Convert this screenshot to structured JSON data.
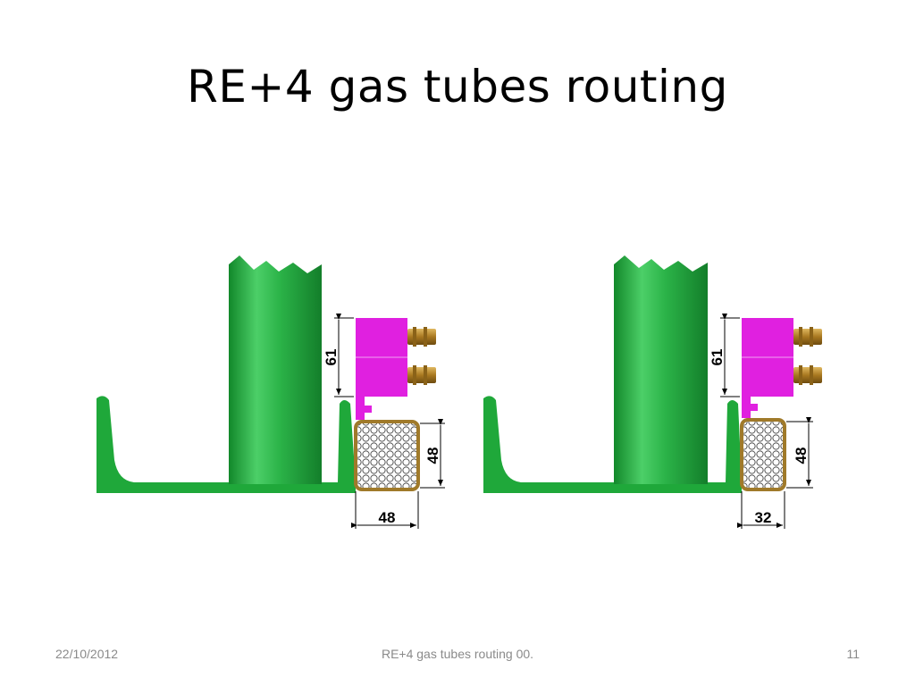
{
  "slide": {
    "title": "RE+4 gas tubes routing"
  },
  "diagrams": [
    {
      "name": "left",
      "height_dimension": "61",
      "box_height_dimension": "48",
      "box_width_dimension": "48"
    },
    {
      "name": "right",
      "height_dimension": "61",
      "box_height_dimension": "48",
      "box_width_dimension": "32"
    }
  ],
  "colors": {
    "green": "#1fa83a",
    "green_light": "#4ccf68",
    "magenta": "#e020e0",
    "brass": "#b8862a",
    "box_border": "#a07a2a"
  },
  "footer": {
    "date": "22/10/2012",
    "center": "RE+4 gas tubes routing 00.",
    "page": "11"
  }
}
